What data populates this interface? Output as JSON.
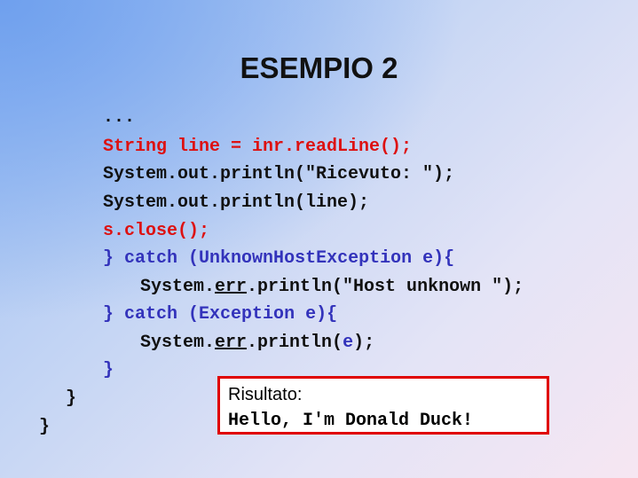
{
  "slide": {
    "title": "ESEMPIO 2"
  },
  "code": {
    "l1": "...",
    "l2": "String line = inr.readLine();",
    "l3": "System.out.println(\"Ricevuto: \");",
    "l4": "System.out.println(line);",
    "l5": "s.close();",
    "l6_brace": "} ",
    "l6_catch": "catch",
    "l6_paren": " (",
    "l6_type": "UnknownHostException e",
    "l6_end": "){",
    "l7_a": "System.",
    "l7_err": "err",
    "l7_b": ".println(\"Host unknown \");",
    "l8_brace": "} ",
    "l8_catch": "catch",
    "l8_paren": " (",
    "l8_type": "Exception e",
    "l8_end": "){",
    "l9_a": "System.",
    "l9_err": "err",
    "l9_b": ".println(",
    "l9_e": "e",
    "l9_c": ");",
    "l10": "}",
    "l11": "}",
    "l12": "}"
  },
  "result": {
    "label": "Risultato:",
    "output": "Hello, I'm Donald Duck!"
  },
  "colors": {
    "keyword_red": "#dd1111",
    "keyword_blue": "#3333bb",
    "box_border": "#e00000"
  }
}
